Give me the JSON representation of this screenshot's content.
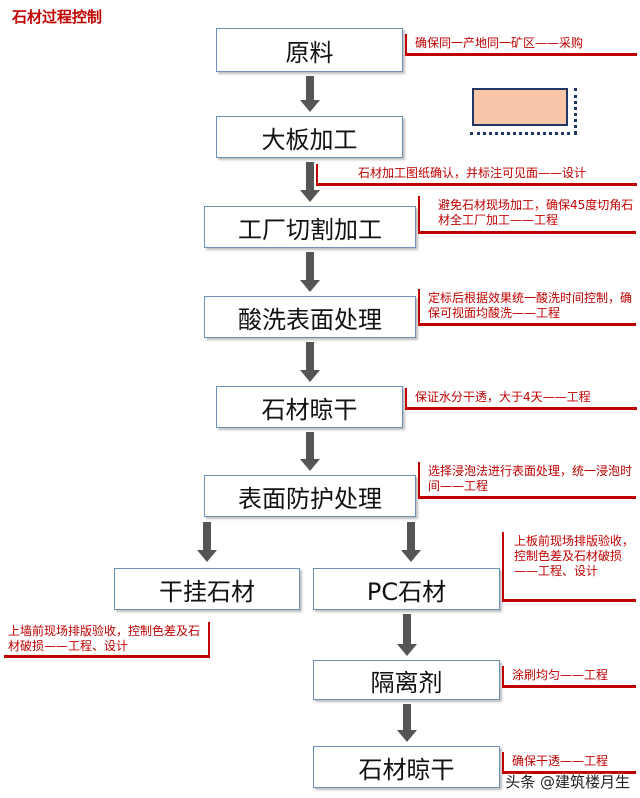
{
  "title": "石材过程控制",
  "steps": {
    "raw": "原料",
    "slab": "大板加工",
    "cut": "工厂切割加工",
    "pickle": "酸洗表面处理",
    "dry1": "石材晾干",
    "protect": "表面防护处理",
    "dryhang": "干挂石材",
    "pc": "PC石材",
    "isolate": "隔离剂",
    "dry2": "石材晾干"
  },
  "notes": {
    "raw": "确保同一产地同一矿区——采购",
    "slab": "石材加工图纸确认，并标注可见面——设计",
    "cut": "避免石材现场加工，确保45度切角石材全工厂加工——工程",
    "pickle": "定标后根据效果统一酸洗时间控制，确保可视面均酸洗——工程",
    "dry1": "保证水分干透，大于4天——工程",
    "protect": "选择浸泡法进行表面处理，统一浸泡时间——工程",
    "pc": "上板前现场排版验收，控制色差及石材破损——工程、设计",
    "dryhang": "上墙前现场排版验收，控制色差及石材破损——工程、设计",
    "isolate": "涂刷均匀——工程",
    "dry2": "确保干透——工程"
  },
  "watermark": "头条 @建筑楼月生",
  "colors": {
    "accent": "#c00000",
    "box_border": "#6d8fb5",
    "arrow": "#555555"
  }
}
